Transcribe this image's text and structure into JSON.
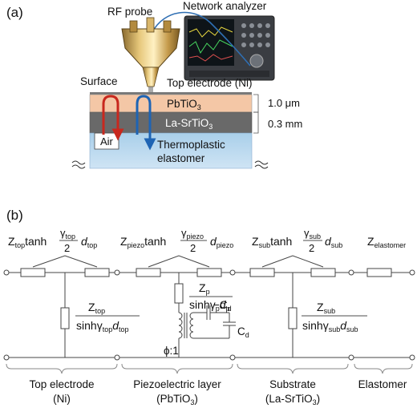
{
  "part_a": {
    "label": "(a)",
    "rf_probe": "RF probe",
    "network_analyzer": "Network analyzer",
    "surface": "Surface",
    "top_electrode": "Top electrode (Ni)",
    "layer_piezo": "PbTiO",
    "layer_piezo_sub": "3",
    "layer_substrate": "La-SrTiO",
    "layer_substrate_sub": "3",
    "air": "Air",
    "elastomer_line1": "Thermoplastic",
    "elastomer_line2": "elastomer",
    "thickness_piezo": "1.0 μm",
    "thickness_substrate": "0.3 mm"
  },
  "part_b": {
    "label": "(b)",
    "sections": [
      {
        "name": "Top electrode",
        "material": "(Ni)"
      },
      {
        "name": "Piezoelectric layer",
        "material": "(PbTiO",
        "material_sub": "3",
        "material_end": ")"
      },
      {
        "name": "Substrate",
        "material": "(La-SrTiO",
        "material_sub": "3",
        "material_end": ")"
      },
      {
        "name": "Elastomer"
      }
    ],
    "transformer_ratio": "ϕ:1",
    "cap_neg": "−C",
    "cap_pos": "C",
    "cap_sub": "d"
  }
}
